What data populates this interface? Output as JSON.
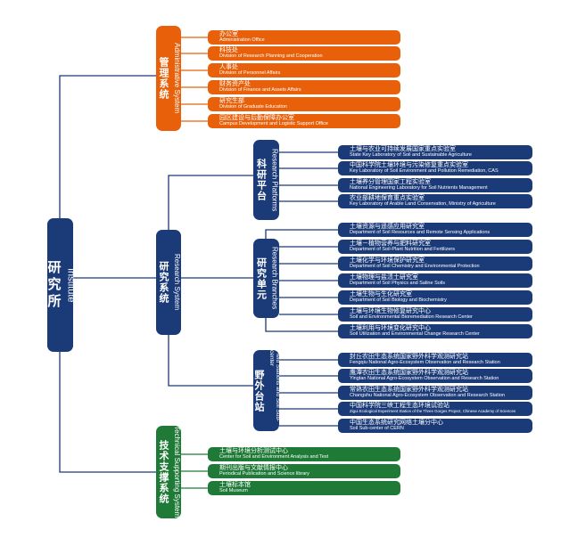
{
  "root": {
    "zh": "研究所",
    "en": "Institute"
  },
  "admin": {
    "zh": "管理系统",
    "en": "Administrative System",
    "items": [
      {
        "zh": "办公室",
        "en": "Administration Office"
      },
      {
        "zh": "科技处",
        "en": "Division of Research Planning and Cooperation"
      },
      {
        "zh": "人事处",
        "en": "Division of Personnel Affairs"
      },
      {
        "zh": "财务资产处",
        "en": "Division of Finance and Assets Affairs"
      },
      {
        "zh": "研究生部",
        "en": "Division of Graduate Education"
      },
      {
        "zh": "园区建设与后勤保障办公室",
        "en": "Campus Development and Logistic Support Office"
      }
    ]
  },
  "research": {
    "zh": "研究系统",
    "en": "Research System",
    "platforms": {
      "zh": "科研平台",
      "en": "Research Platforms",
      "items": [
        {
          "zh": "土壤与农业可持续发展国家重点实验室",
          "en": "State Key Laboratory of Soil and Sustainable Agriculture"
        },
        {
          "zh": "中国科学院土壤环境与污染修复重点实验室",
          "en": "Key Laboratory of Soil Environment and Pollution Remediation, CAS"
        },
        {
          "zh": "土壤养分管理国家工程实验室",
          "en": "National Engineering Laboratory for Soil Nutrients Management"
        },
        {
          "zh": "农业部耕地保育重点实验室",
          "en": "Key Laboratory of Arable Land Conservation, Ministry of Agriculture"
        }
      ]
    },
    "branches": {
      "zh": "研究单元",
      "en": "Research Branches",
      "items": [
        {
          "zh": "土壤资源与遥感应用研究室",
          "en": "Department of Soil Resources and Remote Sensing Applications"
        },
        {
          "zh": "土壤－植物营养与肥料研究室",
          "en": "Department of Soil-Plant Nutrition and Fertilizers"
        },
        {
          "zh": "土壤化学与环境保护研究室",
          "en": "Department of Soil Chemistry and Environmental Protection"
        },
        {
          "zh": "土壤物理与盐渍土研究室",
          "en": "Department of Soil Physics and Saline Soils"
        },
        {
          "zh": "土壤生物与生化研究室",
          "en": "Department of Soil Biology and Biochemistry"
        },
        {
          "zh": "土壤与环境生物修复研究中心",
          "en": "Soil and Environmental Bioremediation Research Center"
        },
        {
          "zh": "土壤利用与环境变化研究中心",
          "en": "Soil Utilization and Environmental Change Research Center"
        }
      ]
    },
    "field": {
      "zh": "野外台站",
      "en": "Field Stations and Soil Sub-center",
      "items": [
        {
          "zh": "封丘农田生态系统国家野外科学观测研究站",
          "en": "Fengqiu National Agro-Ecosystem Observation and Research Station"
        },
        {
          "zh": "鹰潭农田生态系统国家野外科学观测研究站",
          "en": "Yingtan National Agro-Ecosystem Observation and Research Station"
        },
        {
          "zh": "常熟农田生态系统国家野外科学观测研究站",
          "en": "Changshu National Agro-Ecosystem Observation and Research Station"
        },
        {
          "zh": "中国科学院三峡工程生态环境试验站",
          "en": "Zigui Ecological Experiment Station of the Three Gorges Project, Chinese Academy of Sciences"
        },
        {
          "zh": "中国生态系统研究网络土壤分中心",
          "en": "Soil Sub-center of CERN"
        }
      ]
    }
  },
  "tech": {
    "zh": "技术支撑系统",
    "en": "Technical Supporting System",
    "items": [
      {
        "zh": "土壤与环境分析测试中心",
        "en": "Center for Soil and Environment Analysis and Test"
      },
      {
        "zh": "期刊出版与文献情报中心",
        "en": "Periodical Publication and Science library"
      },
      {
        "zh": "土壤标本馆",
        "en": "Soil Museum"
      }
    ]
  },
  "colors": {
    "admin": "#e8610a",
    "research": "#1b3a78",
    "tech": "#1e7a36"
  }
}
